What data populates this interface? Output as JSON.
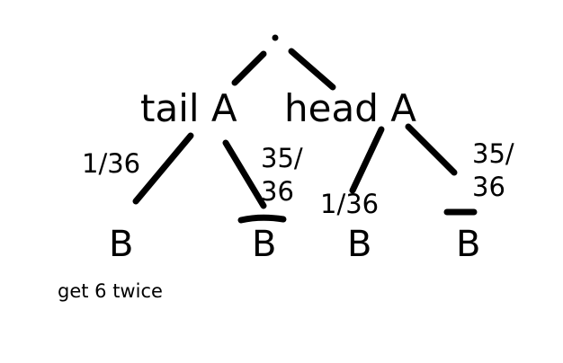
{
  "diagram": {
    "root_dot": ".",
    "level1": {
      "left": "tail A",
      "right": "head A"
    },
    "level2": {
      "b1": "B",
      "b2": "B",
      "b3": "B",
      "b4": "B"
    },
    "probabilities": {
      "tail_left": "1/36",
      "tail_right_line1": "35/",
      "tail_right_line2": "36",
      "head_left": "1/36",
      "head_right_line1": "35/",
      "head_right_line2": "36"
    },
    "note": "get 6 twice",
    "stroke_color": "#000000"
  }
}
